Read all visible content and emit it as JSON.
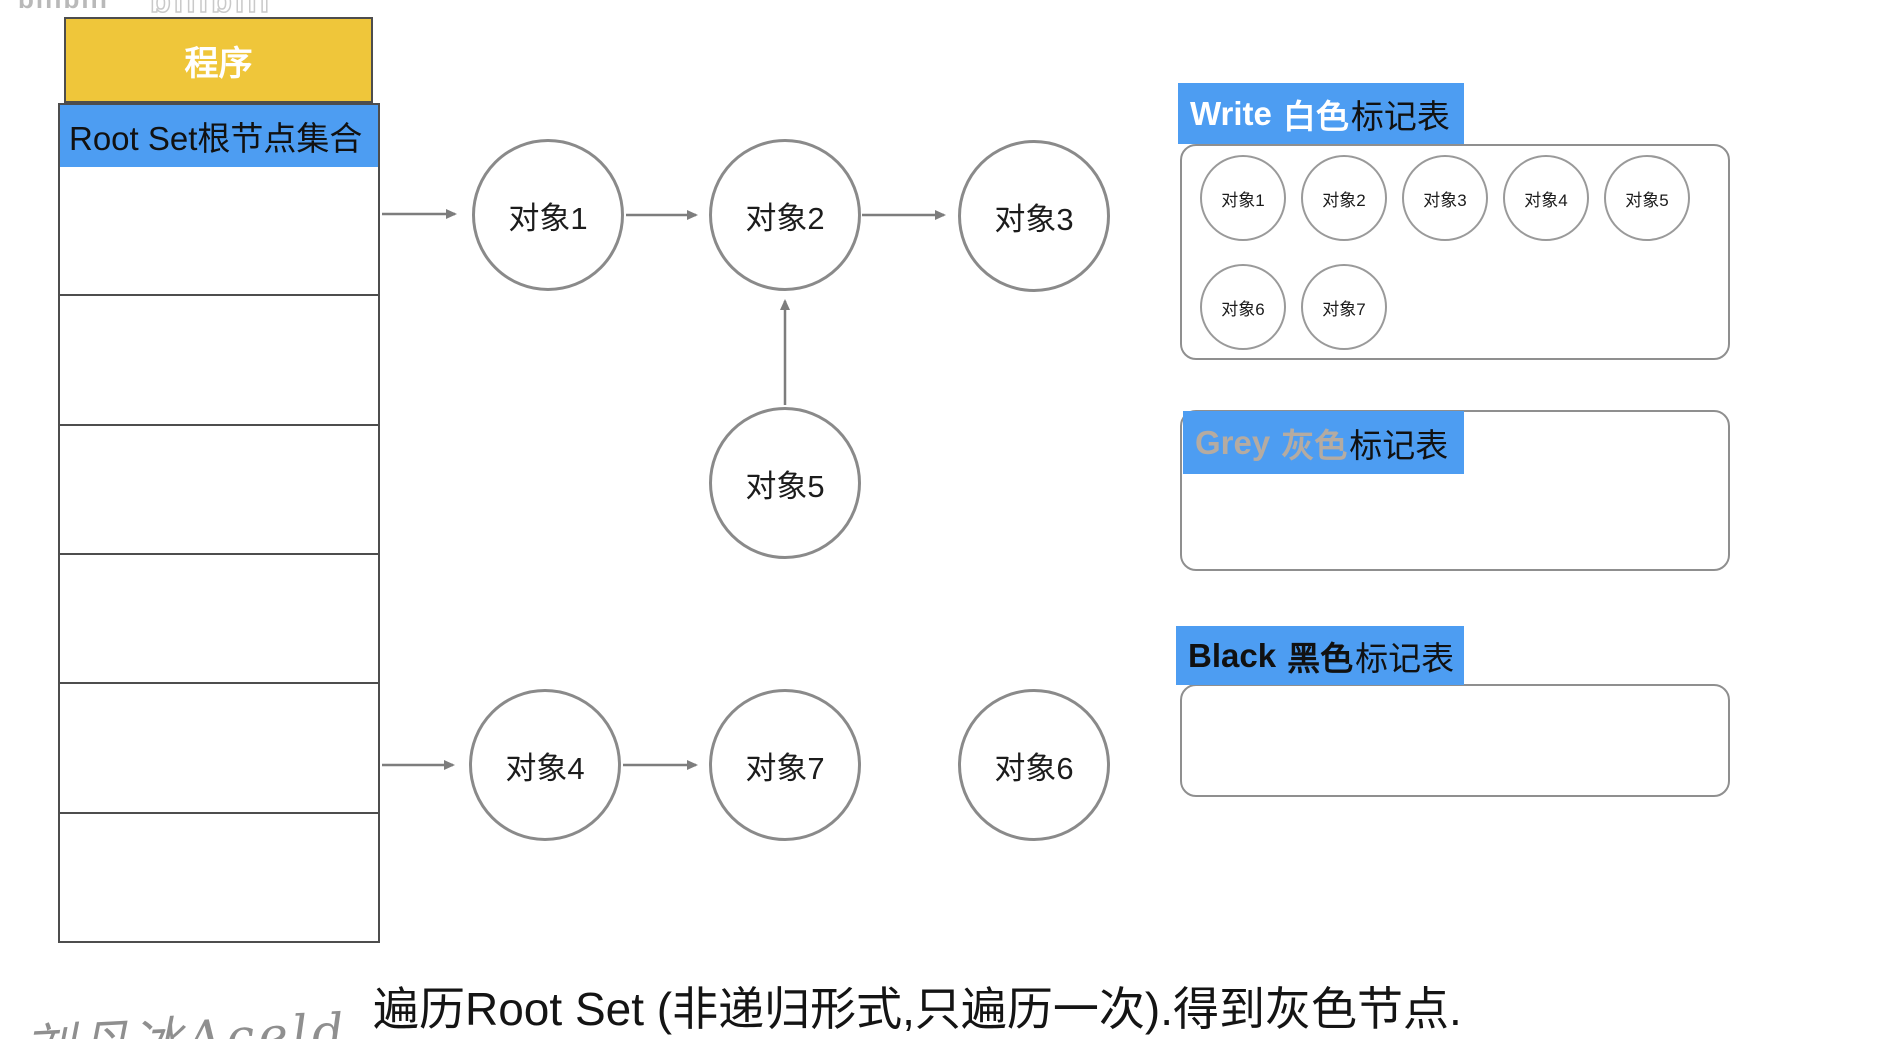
{
  "watermark": {
    "left_fragment": "bilibili",
    "logo_fragment": "bilibili"
  },
  "stack": {
    "title": "程序",
    "root_row_label": "Root Set根节点集合",
    "empty_row_count": 6
  },
  "graph": {
    "nodes": [
      {
        "id": "object-1",
        "label": "对象1"
      },
      {
        "id": "object-2",
        "label": "对象2"
      },
      {
        "id": "object-3",
        "label": "对象3"
      },
      {
        "id": "object-5",
        "label": "对象5"
      },
      {
        "id": "object-4",
        "label": "对象4"
      },
      {
        "id": "object-7",
        "label": "对象7"
      },
      {
        "id": "object-6",
        "label": "对象6"
      }
    ],
    "edges": [
      {
        "from": "root-set",
        "to": "object-1"
      },
      {
        "from": "object-1",
        "to": "object-2"
      },
      {
        "from": "object-2",
        "to": "object-3"
      },
      {
        "from": "object-5",
        "to": "object-2"
      },
      {
        "from": "root-set",
        "to": "object-4"
      },
      {
        "from": "object-4",
        "to": "object-7"
      }
    ]
  },
  "mark_tables": {
    "white": {
      "title_en": "Write",
      "title_color_word": "白色",
      "title_suffix": "标记表",
      "row1": [
        "对象1",
        "对象2",
        "对象3",
        "对象4",
        "对象5"
      ],
      "row2": [
        "对象6",
        "对象7"
      ]
    },
    "grey": {
      "title_en": "Grey",
      "title_color_word": "灰色",
      "title_suffix": "标记表",
      "items": []
    },
    "black": {
      "title_en": "Black",
      "title_color_word": "黑色",
      "title_suffix": "标记表",
      "items": []
    }
  },
  "caption": "遍历Root Set (非递归形式,只遍历一次).得到灰色节点.",
  "signature": "刘丹冰Aceld",
  "colors": {
    "accent_blue": "#4D9DF2",
    "accent_yellow": "#EFC63A",
    "grey_label": "#B5ABA1"
  }
}
